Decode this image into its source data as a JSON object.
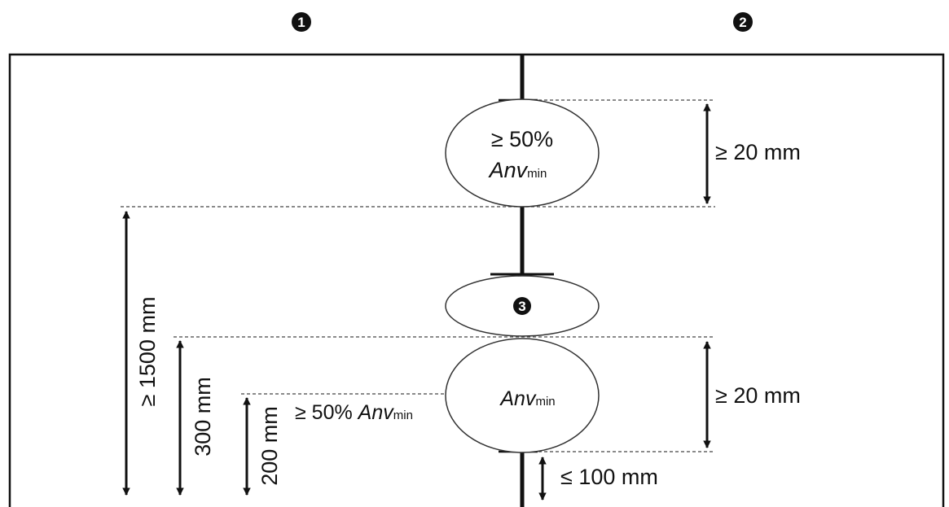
{
  "markers": {
    "one": "1",
    "two": "2",
    "three": "3"
  },
  "upper_zone": {
    "percent": "≥ 50%",
    "label": "Anv",
    "sub": "min",
    "gap": "≥ 20 mm"
  },
  "lower_zone": {
    "label": "Anv",
    "sub": "min",
    "gap": "≥ 20 mm",
    "below": "≤ 100 mm"
  },
  "side_note": {
    "percent": "≥ 50% ",
    "label": "Anv",
    "sub": "min"
  },
  "heights": {
    "h1500": "≥ 1500 mm",
    "h300": "300 mm",
    "h200": "200 mm"
  },
  "colors": {
    "line": "#111111",
    "dash": "#444444",
    "marker_fill": "#111111"
  }
}
